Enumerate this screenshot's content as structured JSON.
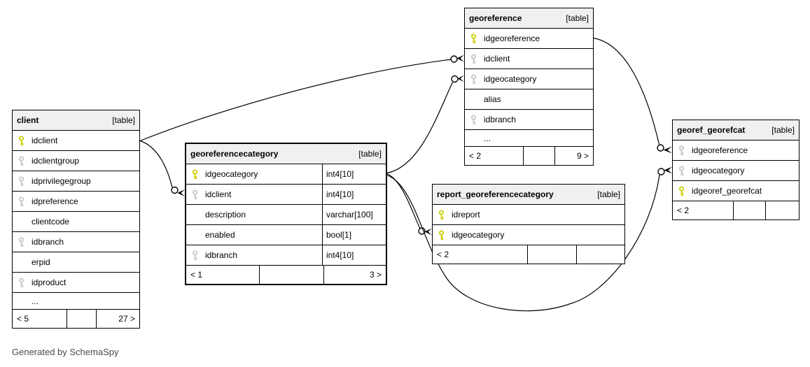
{
  "diagram": {
    "generator_note": "Generated by SchemaSpy",
    "colors": {
      "primary_key": "#cccc00",
      "foreign_key": "#c6c6c6",
      "header_bg": "#f0f0f0",
      "border": "#000000",
      "row_bg": "#ffffff"
    },
    "tables": [
      {
        "id": "client",
        "title": "client",
        "badge": "[table]",
        "highlight": false,
        "columns": [
          {
            "name": "idclient",
            "key": "pk"
          },
          {
            "name": "idclientgroup",
            "key": "fk"
          },
          {
            "name": "idprivilegegroup",
            "key": "fk"
          },
          {
            "name": "idpreference",
            "key": "fk"
          },
          {
            "name": "clientcode",
            "key": ""
          },
          {
            "name": "idbranch",
            "key": "fk"
          },
          {
            "name": "erpid",
            "key": ""
          },
          {
            "name": "idproduct",
            "key": "fk"
          },
          {
            "name": "...",
            "key": "",
            "ellipsis": true
          }
        ],
        "footer": {
          "left": "< 5",
          "mid": "",
          "right": "27 >"
        }
      },
      {
        "id": "georeferencecategory",
        "title": "georeferencecategory",
        "badge": "[table]",
        "highlight": true,
        "columns": [
          {
            "name": "idgeocategory",
            "key": "pk",
            "type": "int4[10]"
          },
          {
            "name": "idclient",
            "key": "fk",
            "type": "int4[10]"
          },
          {
            "name": "description",
            "key": "",
            "type": "varchar[100]"
          },
          {
            "name": "enabled",
            "key": "",
            "type": "bool[1]"
          },
          {
            "name": "idbranch",
            "key": "fk",
            "type": "int4[10]"
          }
        ],
        "footer": {
          "left": "< 1",
          "mid": "",
          "right": "3 >"
        }
      },
      {
        "id": "georeference",
        "title": "georeference",
        "badge": "[table]",
        "highlight": false,
        "columns": [
          {
            "name": "idgeoreference",
            "key": "pk"
          },
          {
            "name": "idclient",
            "key": "fk"
          },
          {
            "name": "idgeocategory",
            "key": "fk"
          },
          {
            "name": "alias",
            "key": ""
          },
          {
            "name": "idbranch",
            "key": "fk"
          },
          {
            "name": "...",
            "key": "",
            "ellipsis": true
          }
        ],
        "footer": {
          "left": "< 2",
          "mid": "",
          "right": "9 >"
        }
      },
      {
        "id": "report_georeferencecategory",
        "title": "report_georeferencecategory",
        "badge": "[table]",
        "highlight": false,
        "columns": [
          {
            "name": "idreport",
            "key": "pk"
          },
          {
            "name": "idgeocategory",
            "key": "pk"
          }
        ],
        "footer": {
          "left": "< 2",
          "mid": "",
          "right": ""
        }
      },
      {
        "id": "georef_georefcat",
        "title": "georef_georefcat",
        "badge": "[table]",
        "highlight": false,
        "columns": [
          {
            "name": "idgeoreference",
            "key": "fk"
          },
          {
            "name": "idgeocategory",
            "key": "fk"
          },
          {
            "name": "idgeoref_georefcat",
            "key": "pk"
          }
        ],
        "footer": {
          "left": "< 2",
          "mid": "",
          "right": ""
        }
      }
    ],
    "relationships": [
      {
        "from": "client.idclient",
        "to": "georeference.idclient"
      },
      {
        "from": "client.idclient",
        "to": "georeferencecategory.idclient"
      },
      {
        "from": "georeferencecategory.idgeocategory",
        "to": "georeference.idgeocategory"
      },
      {
        "from": "georeferencecategory.idgeocategory",
        "to": "report_georeferencecategory.idgeocategory"
      },
      {
        "from": "georeferencecategory.idgeocategory",
        "to": "georef_georefcat.idgeocategory"
      },
      {
        "from": "georeference.idgeoreference",
        "to": "georef_georefcat.idgeoreference"
      }
    ]
  }
}
